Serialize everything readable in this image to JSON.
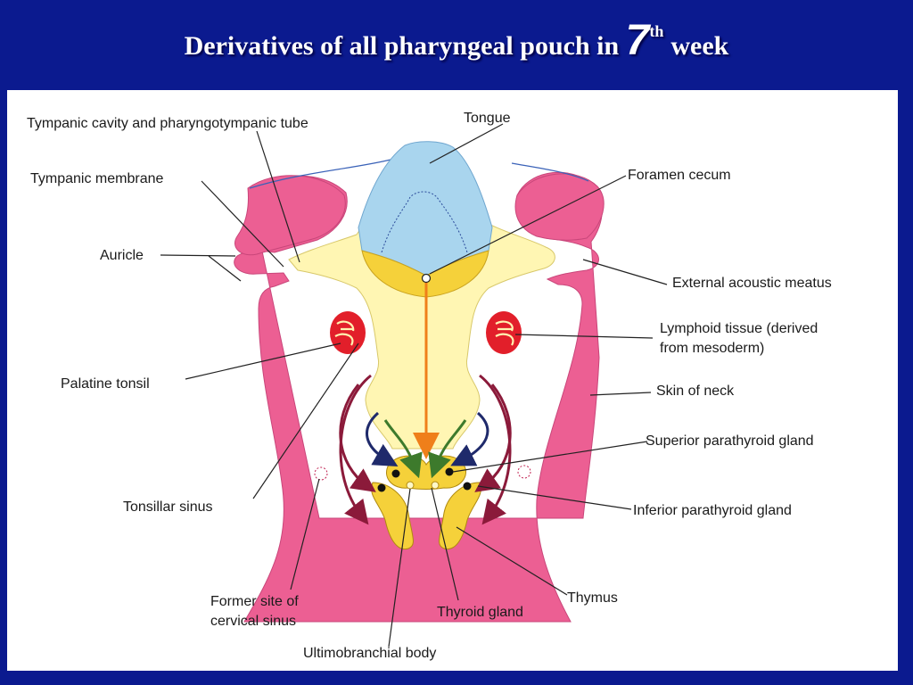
{
  "title": {
    "prefix": "Derivatives of all pharyngeal pouch in ",
    "number": "7",
    "superscript": "th",
    "suffix": "week"
  },
  "colors": {
    "background": "#0b1a8f",
    "tongue": "#a9d5ee",
    "pharynx": "#fff6b3",
    "foramen_region": "#f5d13a",
    "body_pink": "#ec5f93",
    "lymphoid": "#e21f2a",
    "arrow_orange": "#ef7f1a",
    "arrow_maroon": "#8b1a3a",
    "arrow_navy": "#1f2a6b",
    "arrow_green": "#3d7a2c"
  },
  "labels": {
    "tympanic_cavity": "Tympanic cavity and pharyngotympanic tube",
    "tongue": "Tongue",
    "tympanic_membrane": "Tympanic membrane",
    "foramen_cecum": "Foramen cecum",
    "auricle": "Auricle",
    "external_acoustic_meatus": "External acoustic meatus",
    "lymphoid_line1": "Lymphoid tissue (derived",
    "lymphoid_line2": "from mesoderm)",
    "palatine_tonsil": "Palatine tonsil",
    "skin_of_neck": "Skin of neck",
    "superior_parathyroid": "Superior parathyroid gland",
    "inferior_parathyroid": "Inferior parathyroid gland",
    "tonsillar_sinus": "Tonsillar sinus",
    "former_site_line1": "Former site of",
    "former_site_line2": "cervical sinus",
    "thymus": "Thymus",
    "thyroid_gland": "Thyroid gland",
    "ultimobranchial_body": "Ultimobranchial body"
  }
}
